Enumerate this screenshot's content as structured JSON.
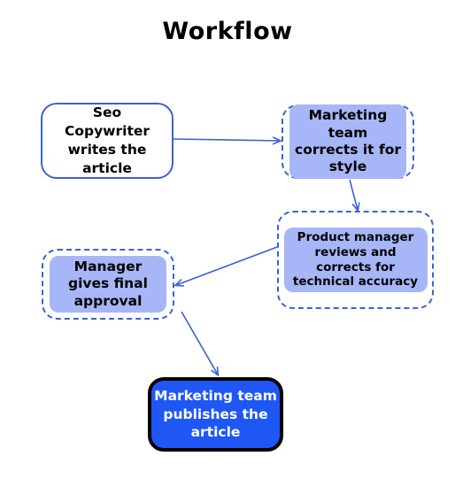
{
  "title": "Workflow",
  "nodes": [
    {
      "id": "seo",
      "label": "Seo Copywriter writes the article"
    },
    {
      "id": "style",
      "label": "Marketing team corrects it for style"
    },
    {
      "id": "pm",
      "label": "Product manager reviews and corrects for technical accuracy"
    },
    {
      "id": "manager",
      "label": "Manager gives final approval"
    },
    {
      "id": "publish",
      "label": "Marketing team publishes the article"
    }
  ],
  "edges": [
    {
      "from": "seo",
      "to": "style"
    },
    {
      "from": "style",
      "to": "pm"
    },
    {
      "from": "pm",
      "to": "manager"
    },
    {
      "from": "manager",
      "to": "publish"
    }
  ],
  "colors": {
    "edge": "#3a62d6",
    "highlight": "#a7b6f6",
    "final_fill": "#1f57f5",
    "final_border": "#000000"
  }
}
